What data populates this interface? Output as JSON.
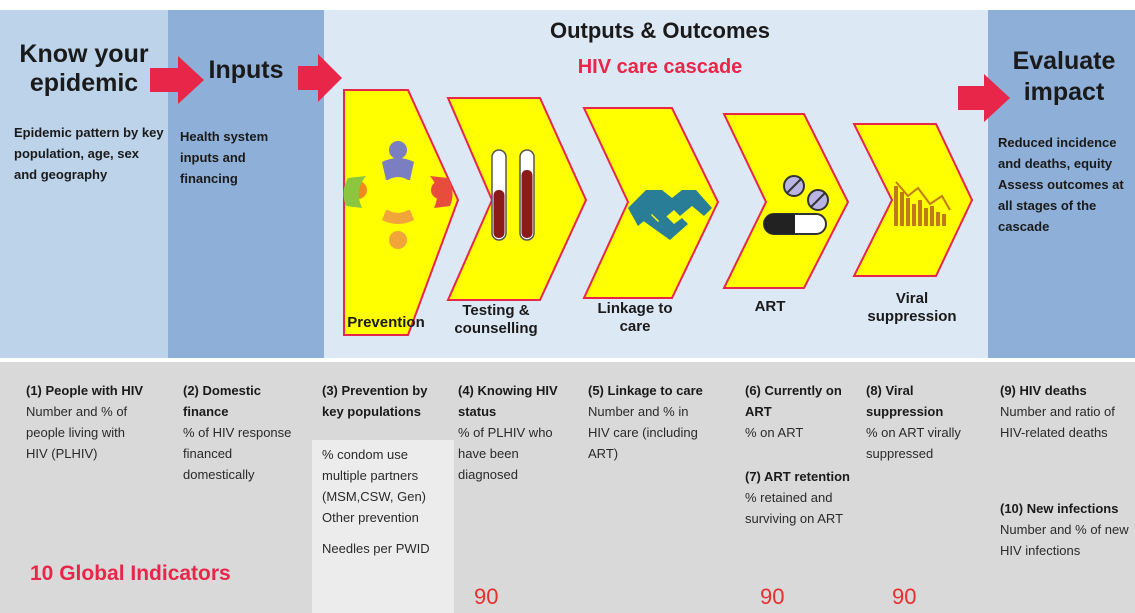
{
  "colors": {
    "accent_red": "#e8264a",
    "pink_arrow": "#e8264a",
    "chevron_fill": "#ffff00",
    "chevron_border": "#e8264a",
    "panel_light": "#bcd3ea",
    "panel_mid": "#8eafd7",
    "panel_cascade": "#dde8f5"
  },
  "sections": {
    "know": {
      "title": "Know your epidemic",
      "desc": "Epidemic pattern by key population, age, sex and geography"
    },
    "inputs": {
      "title": "Inputs",
      "desc": "Health system inputs and financing"
    },
    "outputs": {
      "title": "Outputs & Outcomes",
      "subtitle": "HIV care cascade"
    },
    "evaluate": {
      "title": "Evaluate impact",
      "desc": "Reduced incidence and deaths, equity Assess outcomes at all stages of the cascade"
    }
  },
  "cascade_steps": [
    {
      "label": "Prevention",
      "icon": "people-circle-icon"
    },
    {
      "label": "Testing & counselling",
      "icon": "test-tubes-icon"
    },
    {
      "label": "Linkage to care",
      "icon": "handshake-icon"
    },
    {
      "label": "ART",
      "icon": "pills-icon"
    },
    {
      "label": "Viral suppression",
      "icon": "declining-chart-icon"
    }
  ],
  "indicators": {
    "i1": {
      "title": "(1) People with HIV",
      "desc": "Number and % of people living with HIV (PLHIV)"
    },
    "i2": {
      "title": "(2) Domestic finance",
      "desc": "% of HIV response financed domestically"
    },
    "i3": {
      "title": "(3) Prevention by key populations",
      "desc": "% condom use multiple partners (MSM,CSW, Gen) Other prevention",
      "extra": "Needles per PWID"
    },
    "i4": {
      "title": "(4) Knowing HIV status",
      "desc": "% of PLHIV who have been diagnosed"
    },
    "i5": {
      "title": "(5) Linkage to care",
      "desc": "Number and % in HIV care (including ART)"
    },
    "i6": {
      "title": "(6) Currently on ART",
      "desc": "% on ART"
    },
    "i7": {
      "title": "(7) ART retention",
      "desc": "% retained and surviving on ART"
    },
    "i8": {
      "title": "(8) Viral suppression",
      "desc": "% on ART virally suppressed"
    },
    "i9": {
      "title": "(9) HIV deaths",
      "desc": "Number and ratio of HIV-related deaths"
    },
    "i10": {
      "title": "(10) New infections",
      "desc": "Number and % of new HIV infections"
    }
  },
  "global_label": "10 Global Indicators",
  "targets": [
    "90",
    "90",
    "90"
  ]
}
